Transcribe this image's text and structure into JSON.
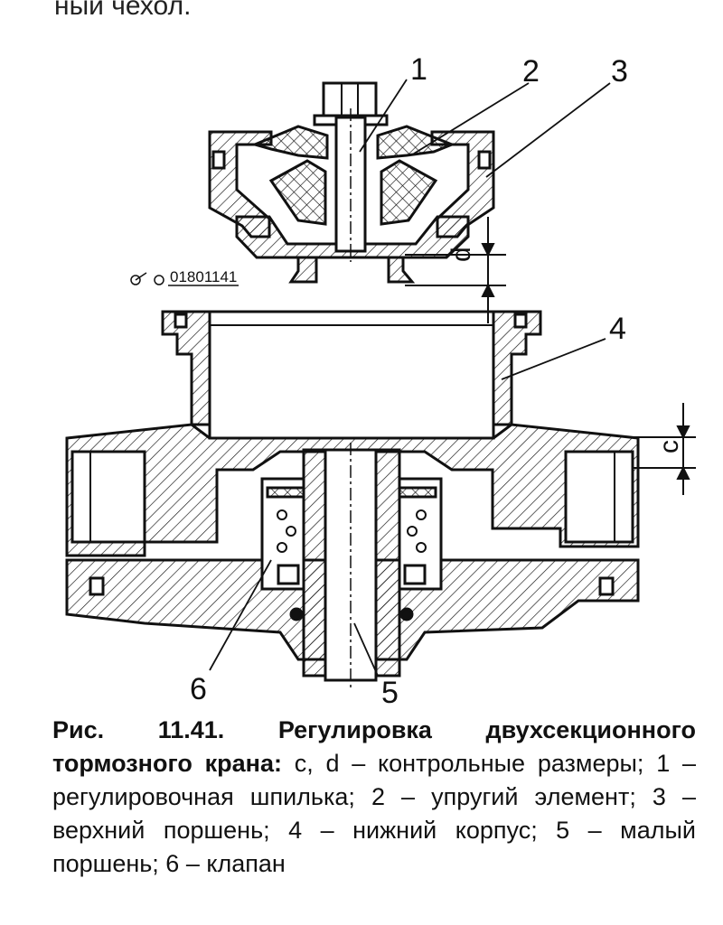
{
  "page": {
    "top_fragment": "ный чехол."
  },
  "figure": {
    "callouts": [
      "1",
      "2",
      "3",
      "4",
      "5",
      "6"
    ],
    "dimension_labels": {
      "d": "d",
      "c": "c"
    },
    "code_label": "01801141"
  },
  "caption": {
    "bold": "Рис. 11.41. Регулировка двухсекционного тормозного крана:",
    "text": " c, d – контрольные размеры; 1 – регулировочная шпилька; 2 – упругий элемент; 3 – верхний поршень; 4 – нижний корпус; 5 – малый поршень; 6 – клапан"
  }
}
